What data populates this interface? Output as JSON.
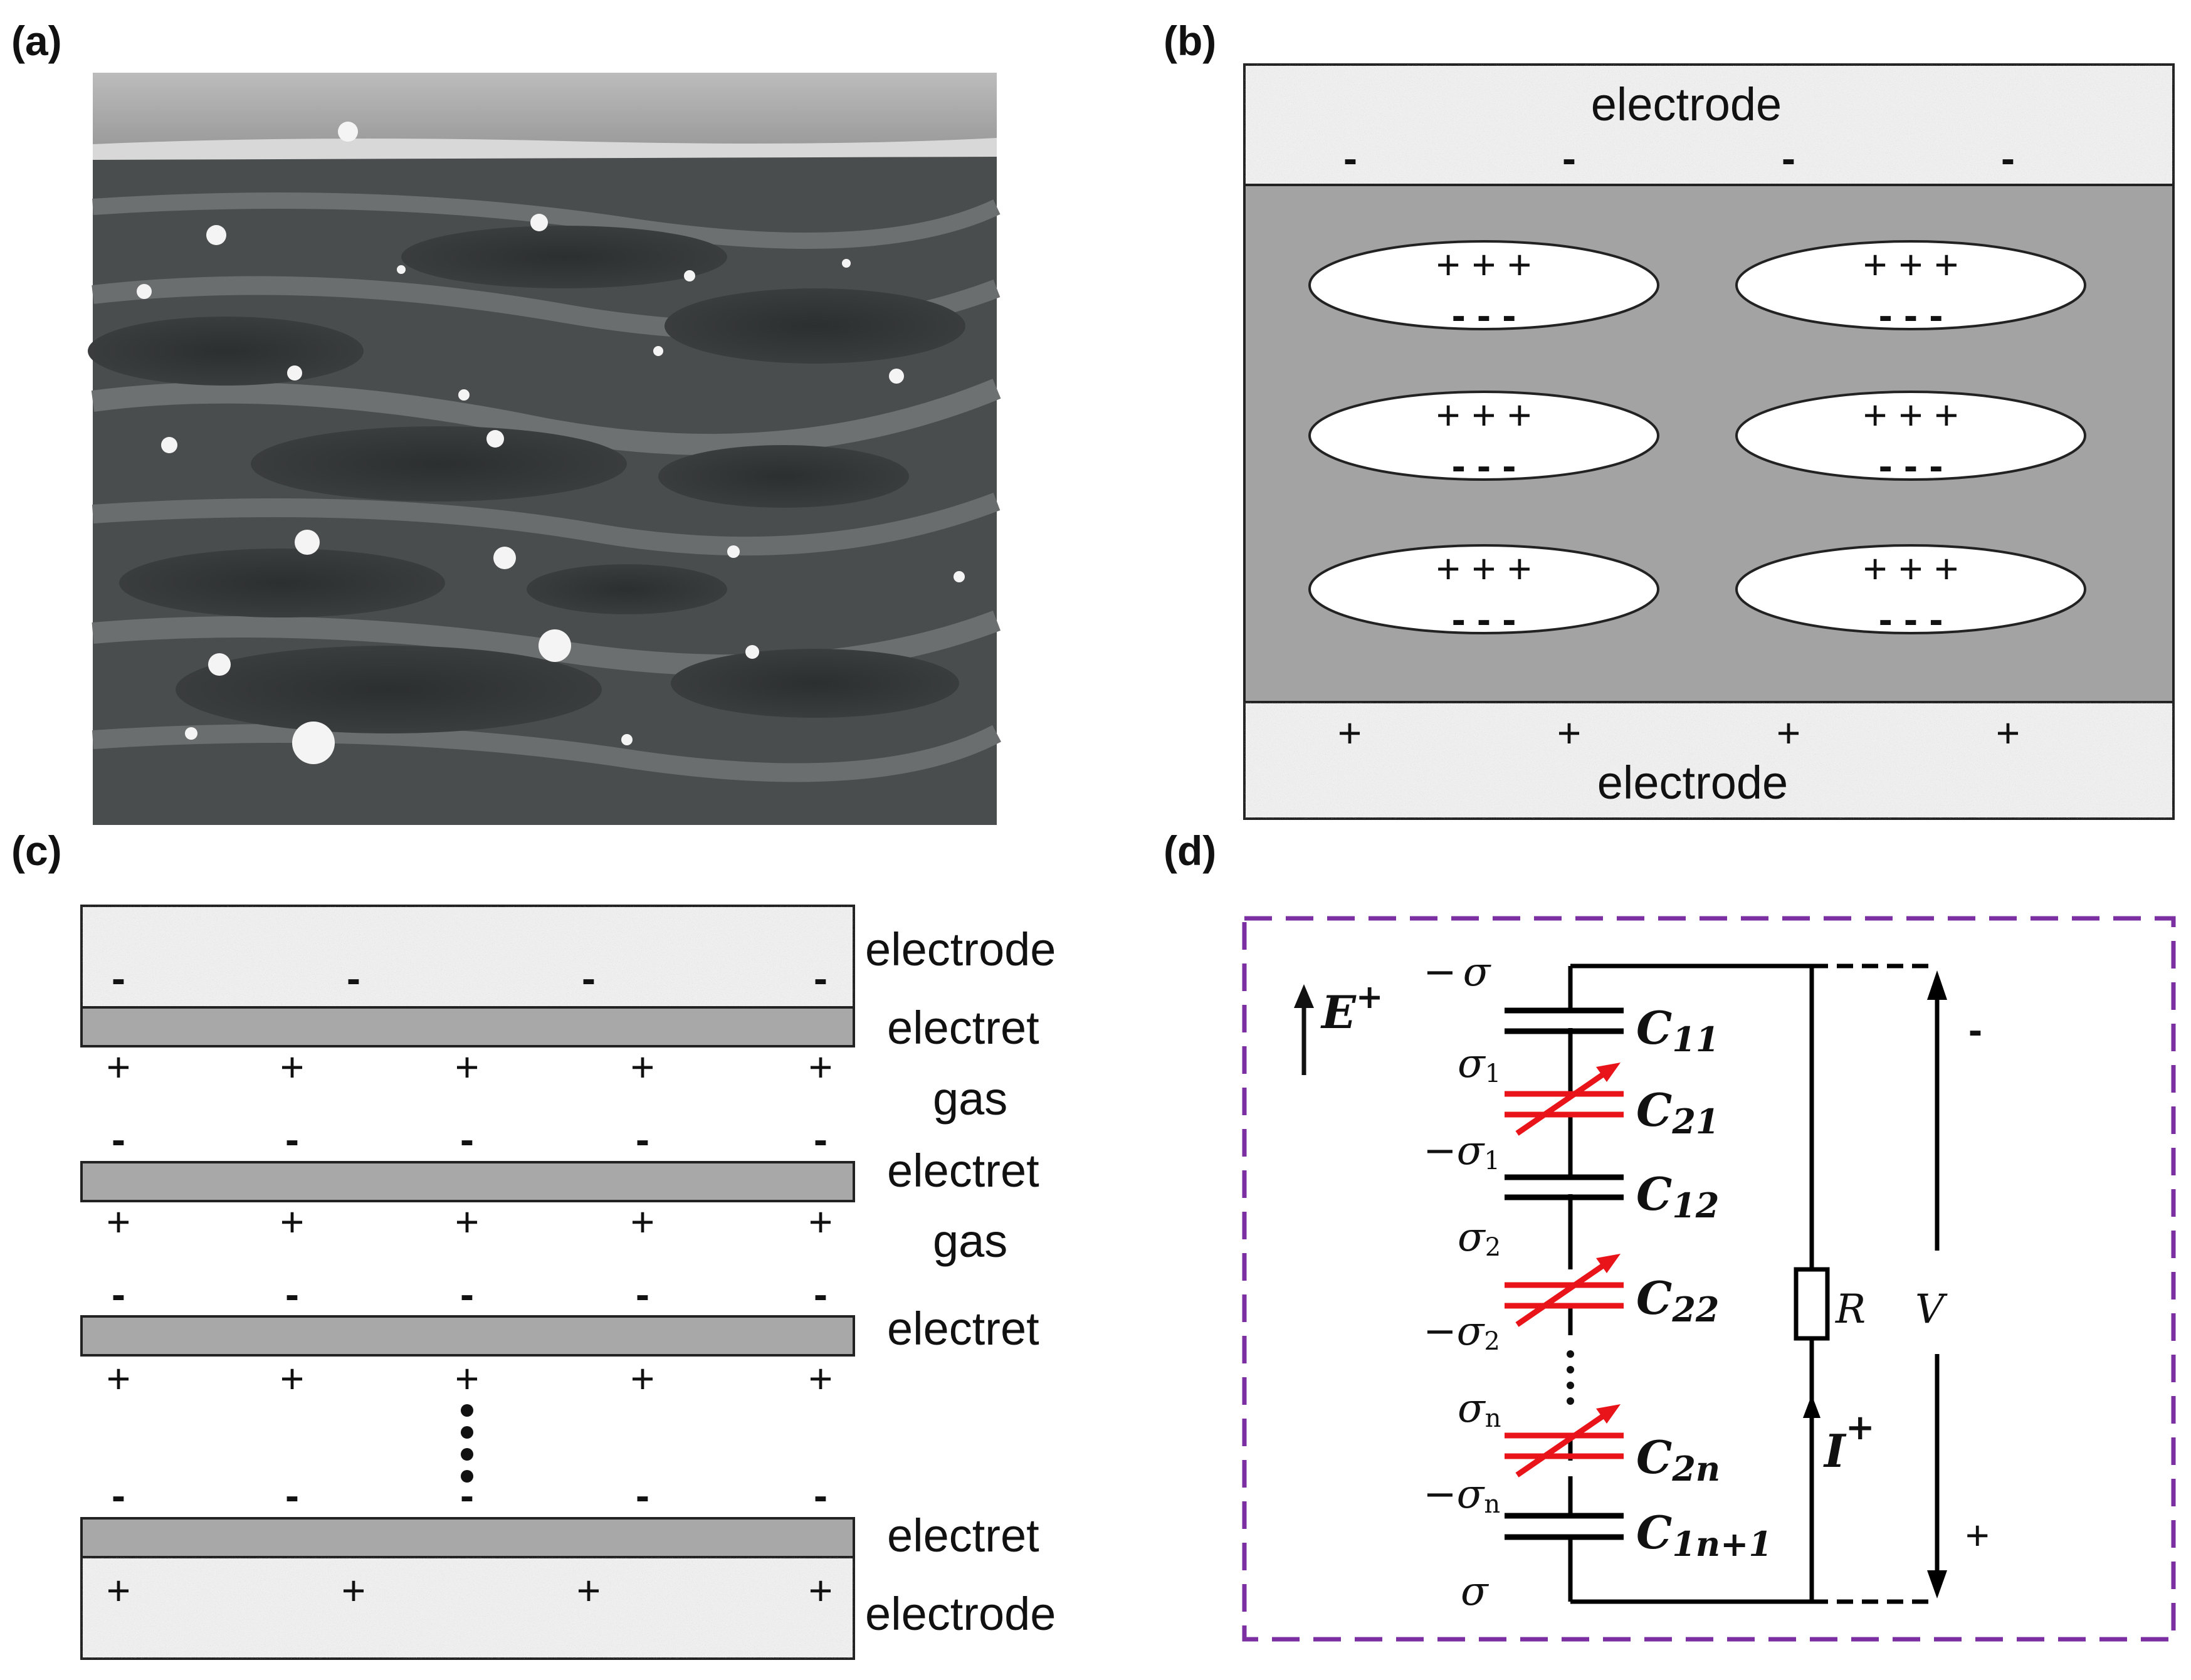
{
  "panels": {
    "a": {
      "label": "(a)"
    },
    "b": {
      "label": "(b)",
      "top_electrode": "electrode",
      "bottom_electrode": "electrode",
      "minus": "-",
      "plus": "+",
      "pore_top_charges": "+ + +",
      "pore_bottom_charges": "- - -"
    },
    "c": {
      "label": "(c)",
      "layers": [
        "electrode",
        "electret",
        "gas",
        "electret",
        "gas",
        "electret",
        "electret",
        "electrode"
      ],
      "plus": "+",
      "minus": "-"
    },
    "d": {
      "label": "(d)",
      "field": "E",
      "field_sup": "+",
      "sigma": "σ",
      "minus_sign": "−",
      "capacitors": {
        "c11": {
          "base": "C",
          "sub": "11"
        },
        "c21": {
          "base": "C",
          "sub": "21"
        },
        "c12": {
          "base": "C",
          "sub": "12"
        },
        "c22": {
          "base": "C",
          "sub": "22"
        },
        "c2n": {
          "base": "C",
          "sub": "2n"
        },
        "c1n1": {
          "base": "C",
          "sub": "1n+1"
        }
      },
      "sigma_subs": [
        "1",
        "2",
        "n"
      ],
      "resistor": "R",
      "voltage": "V",
      "current": "I",
      "current_sup": "+",
      "v_minus": "-",
      "v_plus": "+"
    }
  },
  "colors": {
    "matrix_gray": "#a3a3a3",
    "electret_gray": "#a8a8a8",
    "electrode_fill": "#efefef",
    "dashed_box": "#7b2fa0",
    "variable_cap": "#e8141a",
    "line": "#000000"
  }
}
